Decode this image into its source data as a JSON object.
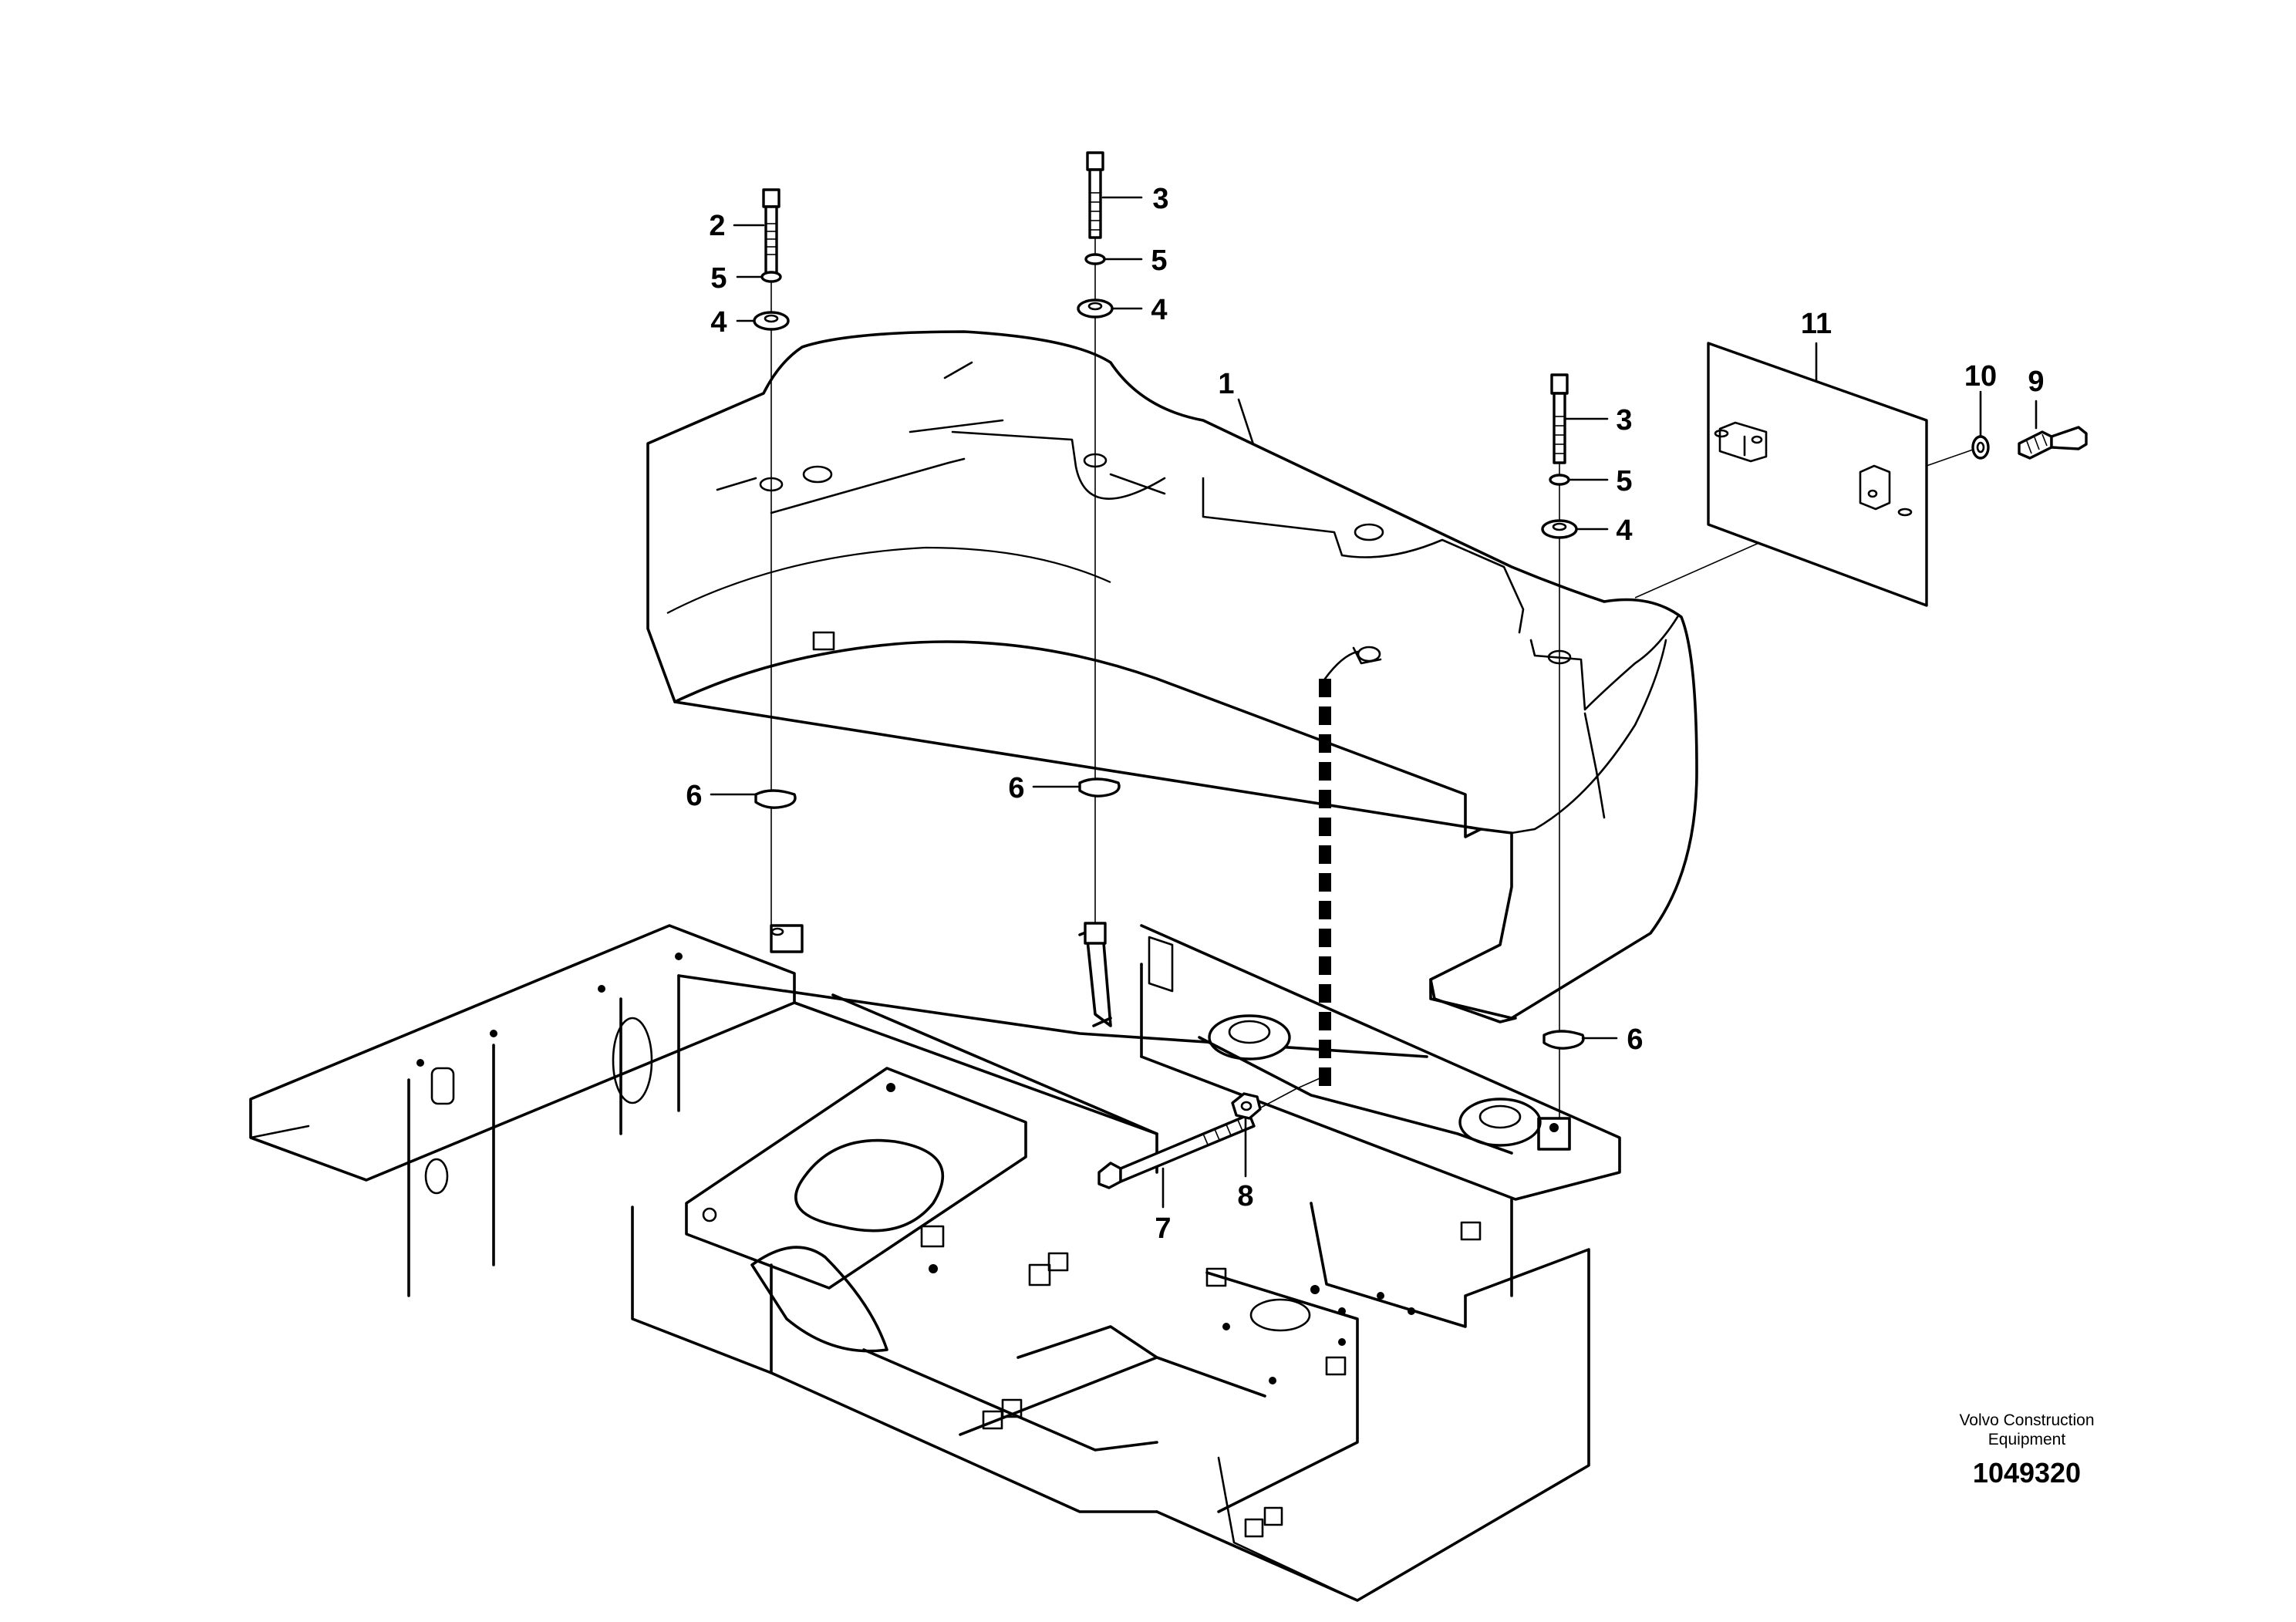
{
  "diagram": {
    "callouts": [
      {
        "id": "1",
        "label": "1"
      },
      {
        "id": "2",
        "label": "2"
      },
      {
        "id": "3a",
        "label": "3"
      },
      {
        "id": "3b",
        "label": "3"
      },
      {
        "id": "4a",
        "label": "4"
      },
      {
        "id": "4b",
        "label": "4"
      },
      {
        "id": "4c",
        "label": "4"
      },
      {
        "id": "5a",
        "label": "5"
      },
      {
        "id": "5b",
        "label": "5"
      },
      {
        "id": "5c",
        "label": "5"
      },
      {
        "id": "6a",
        "label": "6"
      },
      {
        "id": "6b",
        "label": "6"
      },
      {
        "id": "6c",
        "label": "6"
      },
      {
        "id": "7",
        "label": "7"
      },
      {
        "id": "8",
        "label": "8"
      },
      {
        "id": "9",
        "label": "9"
      },
      {
        "id": "10",
        "label": "10"
      },
      {
        "id": "11",
        "label": "11"
      }
    ]
  },
  "footer": {
    "brand_line1": "Volvo Construction",
    "brand_line2": "Equipment",
    "doc_number": "1049320"
  }
}
